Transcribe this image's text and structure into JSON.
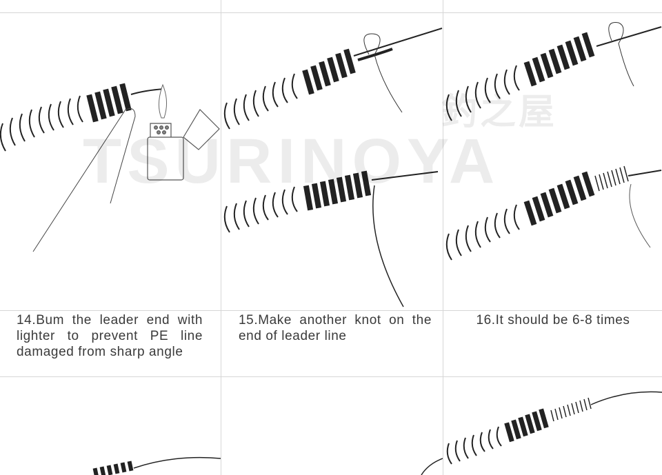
{
  "steps": [
    {
      "caption": "14.Bum the leader end with lighter to prevent PE line damaged from sharp angle"
    },
    {
      "caption": "15.Make another knot on the end of leader line"
    },
    {
      "caption": "16.It should be 6-8 times"
    }
  ],
  "watermark": {
    "latin": "TSURINOYA",
    "cjk": "釣之屋"
  },
  "icons": [
    "lighter-icon",
    "flame-icon",
    "finger-icon"
  ],
  "colors": {
    "line": "#222222",
    "grid": "#d6d6d6",
    "text": "#3a3a3a"
  }
}
